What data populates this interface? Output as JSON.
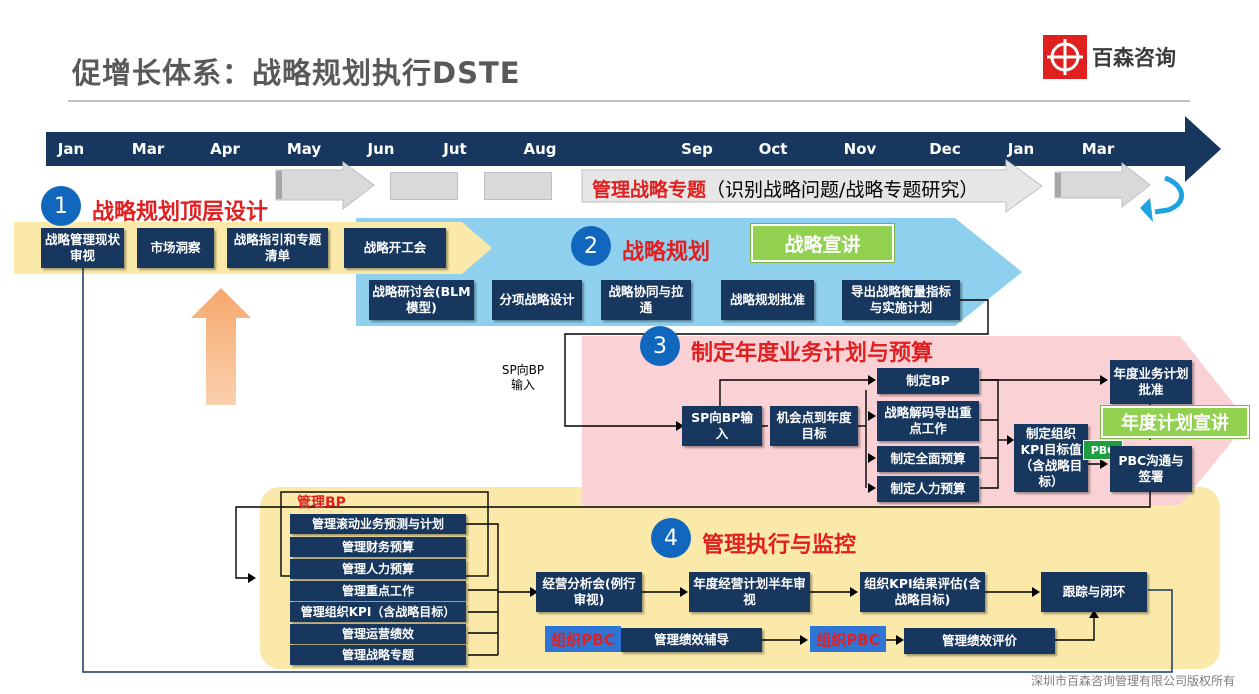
{
  "title": "促增长体系：战略规划执行DSTE",
  "logo": {
    "text": "百森咨询",
    "icon": "crosshair-logo-icon"
  },
  "colors": {
    "navy": "#17375e",
    "blue_circle": "#1167bd",
    "red": "#e02020",
    "green": "#92d050",
    "yellow_band": "#fae9a8",
    "blue_band": "#8fd0ee",
    "pink_band": "#fad2d6"
  },
  "timeline": {
    "months": [
      "Jan",
      "Mar",
      "Apr",
      "May",
      "Jun",
      "Jut",
      "Aug",
      "Sep",
      "Oct",
      "Nov",
      "Dec",
      "Jan",
      "Mar"
    ]
  },
  "topic": {
    "red": "管理战略专题",
    "black": "（识别战略问题/战略专题研究）"
  },
  "s1": {
    "num": "1",
    "title": "战略规划顶层设计",
    "boxes": [
      "战略管理现状审视",
      "市场洞察",
      "战略指引和专题清单",
      "战略开工会"
    ]
  },
  "s2": {
    "num": "2",
    "title": "战略规划",
    "announce": "战略宣讲",
    "boxes": [
      "战略研讨会(BLM模型)",
      "分项战略设计",
      "战略协同与拉通",
      "战略规划批准",
      "导出战略衡量指标与实施计划"
    ]
  },
  "s3": {
    "num": "3",
    "title": "制定年度业务计划与预算",
    "note": "SP向BP输入",
    "box_sp": "SP向BP输入",
    "box_opp": "机会点到年度目标",
    "mid": [
      "制定BP",
      "战略解码导出重点工作",
      "制定全面预算",
      "制定人力预算"
    ],
    "box_kpi": "制定组织KPI目标值（含战略目标）",
    "box_approve": "年度业务计划批准",
    "announce": "年度计划宣讲",
    "pbc_tag": "PBC",
    "box_pbc": "PBC沟通与签署"
  },
  "s4": {
    "num": "4",
    "title": "管理执行与监控",
    "bp_label": "管理BP",
    "left": [
      "管理滚动业务预测与计划",
      "管理财务预算",
      "管理人力预算",
      "管理重点工作",
      "管理组织KPI（含战略目标）",
      "管理运营绩效",
      "管理战略专题"
    ],
    "flow": [
      "经营分析会(例行审视)",
      "年度经营计划半年审视",
      "组织KPI结果评估(含战略目标)",
      "跟踪与闭环"
    ],
    "pbc1": "组织PBC",
    "coach": "管理绩效辅导",
    "pbc2": "组织PBC",
    "eval": "管理绩效评价"
  },
  "copyright": "深圳市百森咨询管理有限公司版权所有"
}
